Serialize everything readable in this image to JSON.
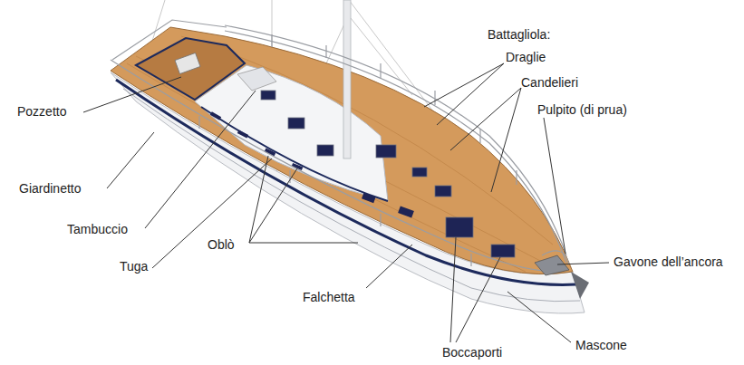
{
  "diagram": {
    "labels": [
      "Battagliola:",
      "Draglie",
      "Candelieri",
      "Pulpito (di prua)",
      "Pozzetto",
      "Giardinetto",
      "Tambuccio",
      "Gavone dell’ancora",
      "Oblò",
      "Tuga",
      "Falchetta",
      "Mascone",
      "Boccaporti"
    ]
  }
}
